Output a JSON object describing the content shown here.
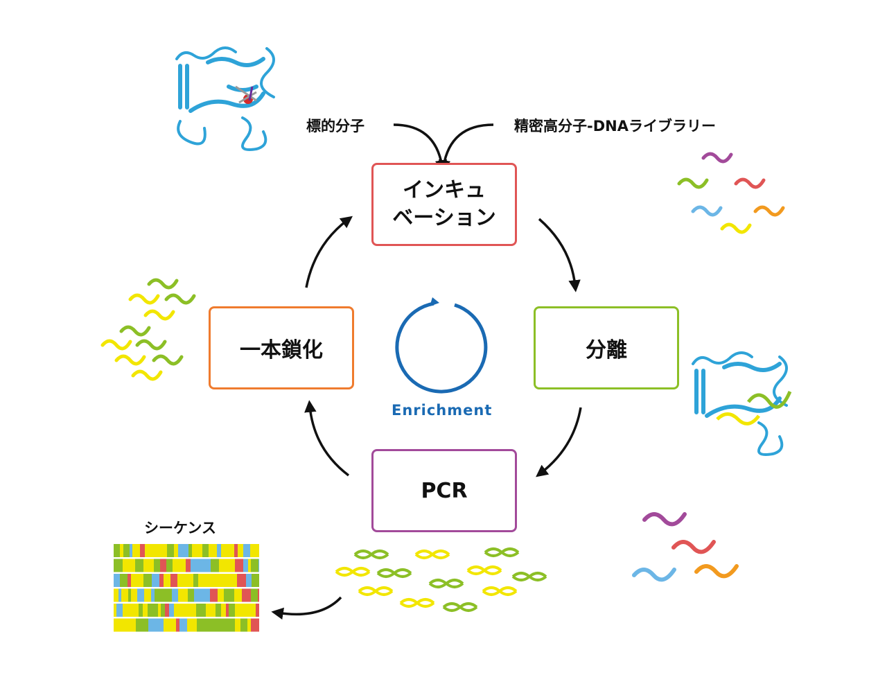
{
  "labels": {
    "target": "標的分子",
    "library": "精密高分子-DNAライブラリー",
    "sequence": "シーケンス",
    "enrichment": "Enrichment"
  },
  "steps": {
    "incubation": {
      "line1": "インキュ",
      "line2": "ベーション",
      "color": "#e05555"
    },
    "separation": {
      "label": "分離",
      "color": "#8cbf26"
    },
    "pcr": {
      "label": "PCR",
      "color": "#a24a9a"
    },
    "single_strand": {
      "label": "一本鎖化",
      "color": "#ef7b2e"
    }
  },
  "colors": {
    "enrichment": "#1a6ab3",
    "protein": "#2ea3d8",
    "strand_purple": "#a24a9a",
    "strand_green": "#8cbf26",
    "strand_red": "#e05555",
    "strand_blue": "#6cb6e6",
    "strand_orange": "#f29a1f",
    "strand_yellow": "#f2e600",
    "arrow": "#111111"
  }
}
